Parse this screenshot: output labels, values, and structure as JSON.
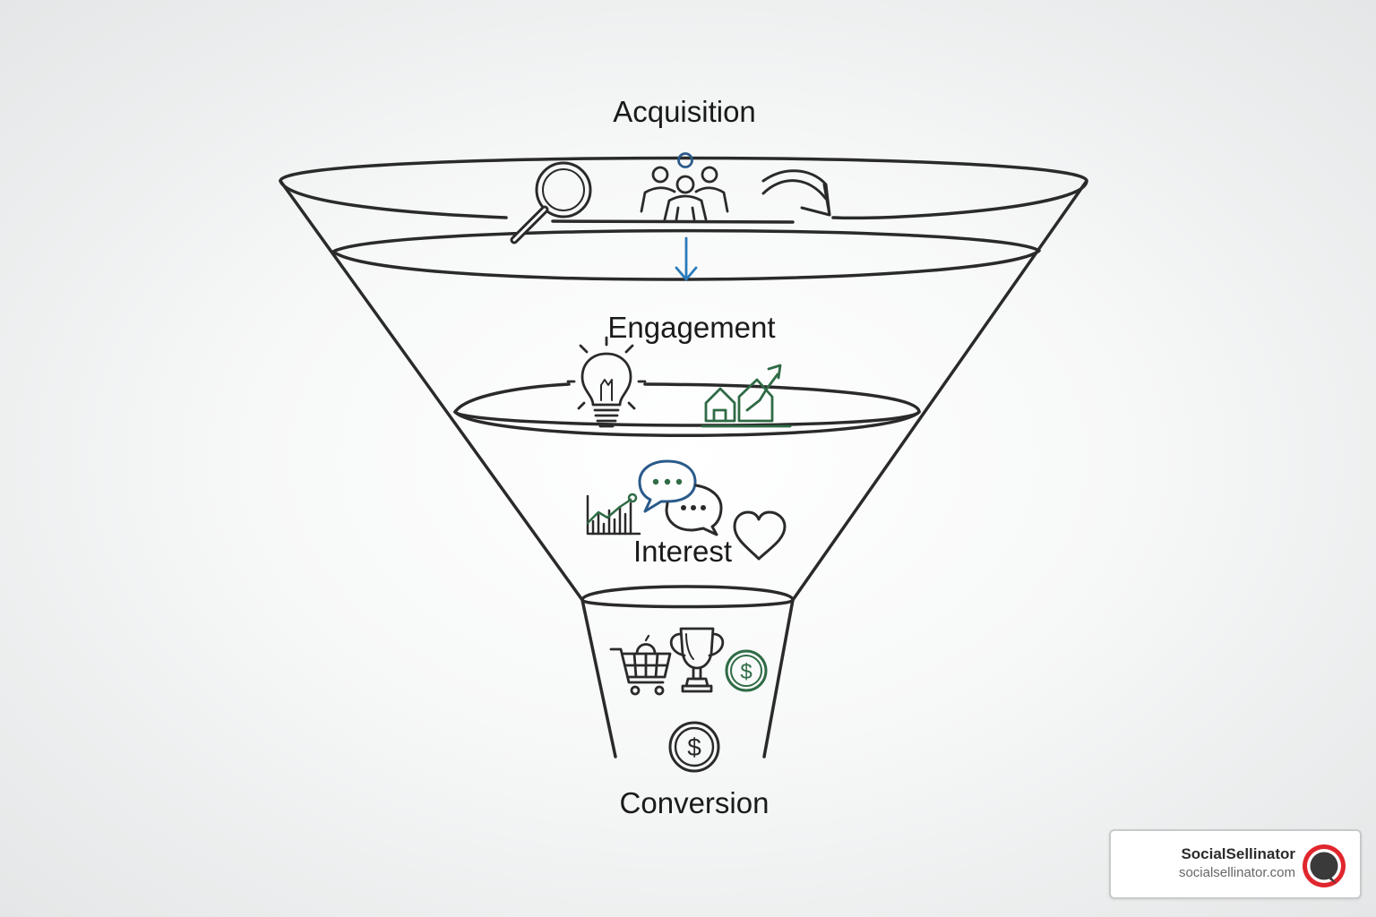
{
  "stages": {
    "acquisition": "Acquisition",
    "engagement": "Engagement",
    "interest": "Interest",
    "conversion": "Conversion"
  },
  "brand": {
    "name": "SocialSellinator",
    "url": "socialsellinator.com"
  },
  "colors": {
    "ink": "#2a2a2a",
    "accent_blue": "#2a7ab8",
    "accent_green": "#2f6b45",
    "brand_red": "#e0262d"
  },
  "icons": {
    "acquisition": [
      "magnifier-icon",
      "people-group-icon",
      "curved-arrow-icon",
      "down-arrow-icon"
    ],
    "engagement": [
      "lightbulb-icon",
      "house-growth-icon"
    ],
    "interest": [
      "bar-chart-icon",
      "chat-bubbles-icon",
      "heart-icon"
    ],
    "conversion": [
      "shopping-cart-icon",
      "trophy-icon",
      "dollar-coin-icon"
    ]
  }
}
